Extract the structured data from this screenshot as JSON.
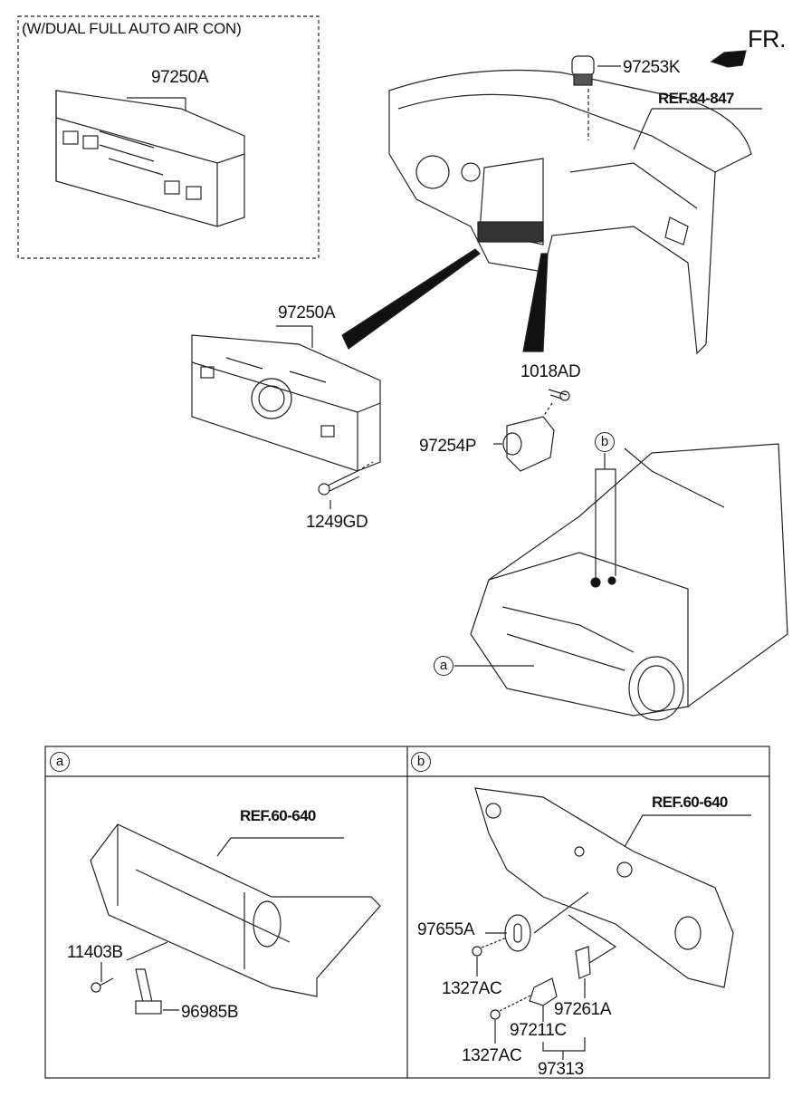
{
  "variant_box": {
    "title": "(W/DUAL FULL AUTO AIR CON)",
    "part": "97250A"
  },
  "direction": {
    "label": "FR."
  },
  "main_parts": {
    "sensor_top": "97253K",
    "ref_dash": "REF.84-847",
    "control_unit": "97250A",
    "screw_top": "1018AD",
    "sensor_unit": "97254P",
    "screw_bottom": "1249GD"
  },
  "callouts": {
    "a": "a",
    "b": "b"
  },
  "detail_a": {
    "marker": "a",
    "ref": "REF.60-640",
    "parts": [
      "11403B",
      "96985B"
    ]
  },
  "detail_b": {
    "marker": "b",
    "ref": "REF.60-640",
    "parts": [
      "97655A",
      "1327AC",
      "97261A",
      "97211C",
      "1327AC",
      "97313"
    ]
  },
  "colors": {
    "line": "#222222",
    "background": "#ffffff"
  }
}
